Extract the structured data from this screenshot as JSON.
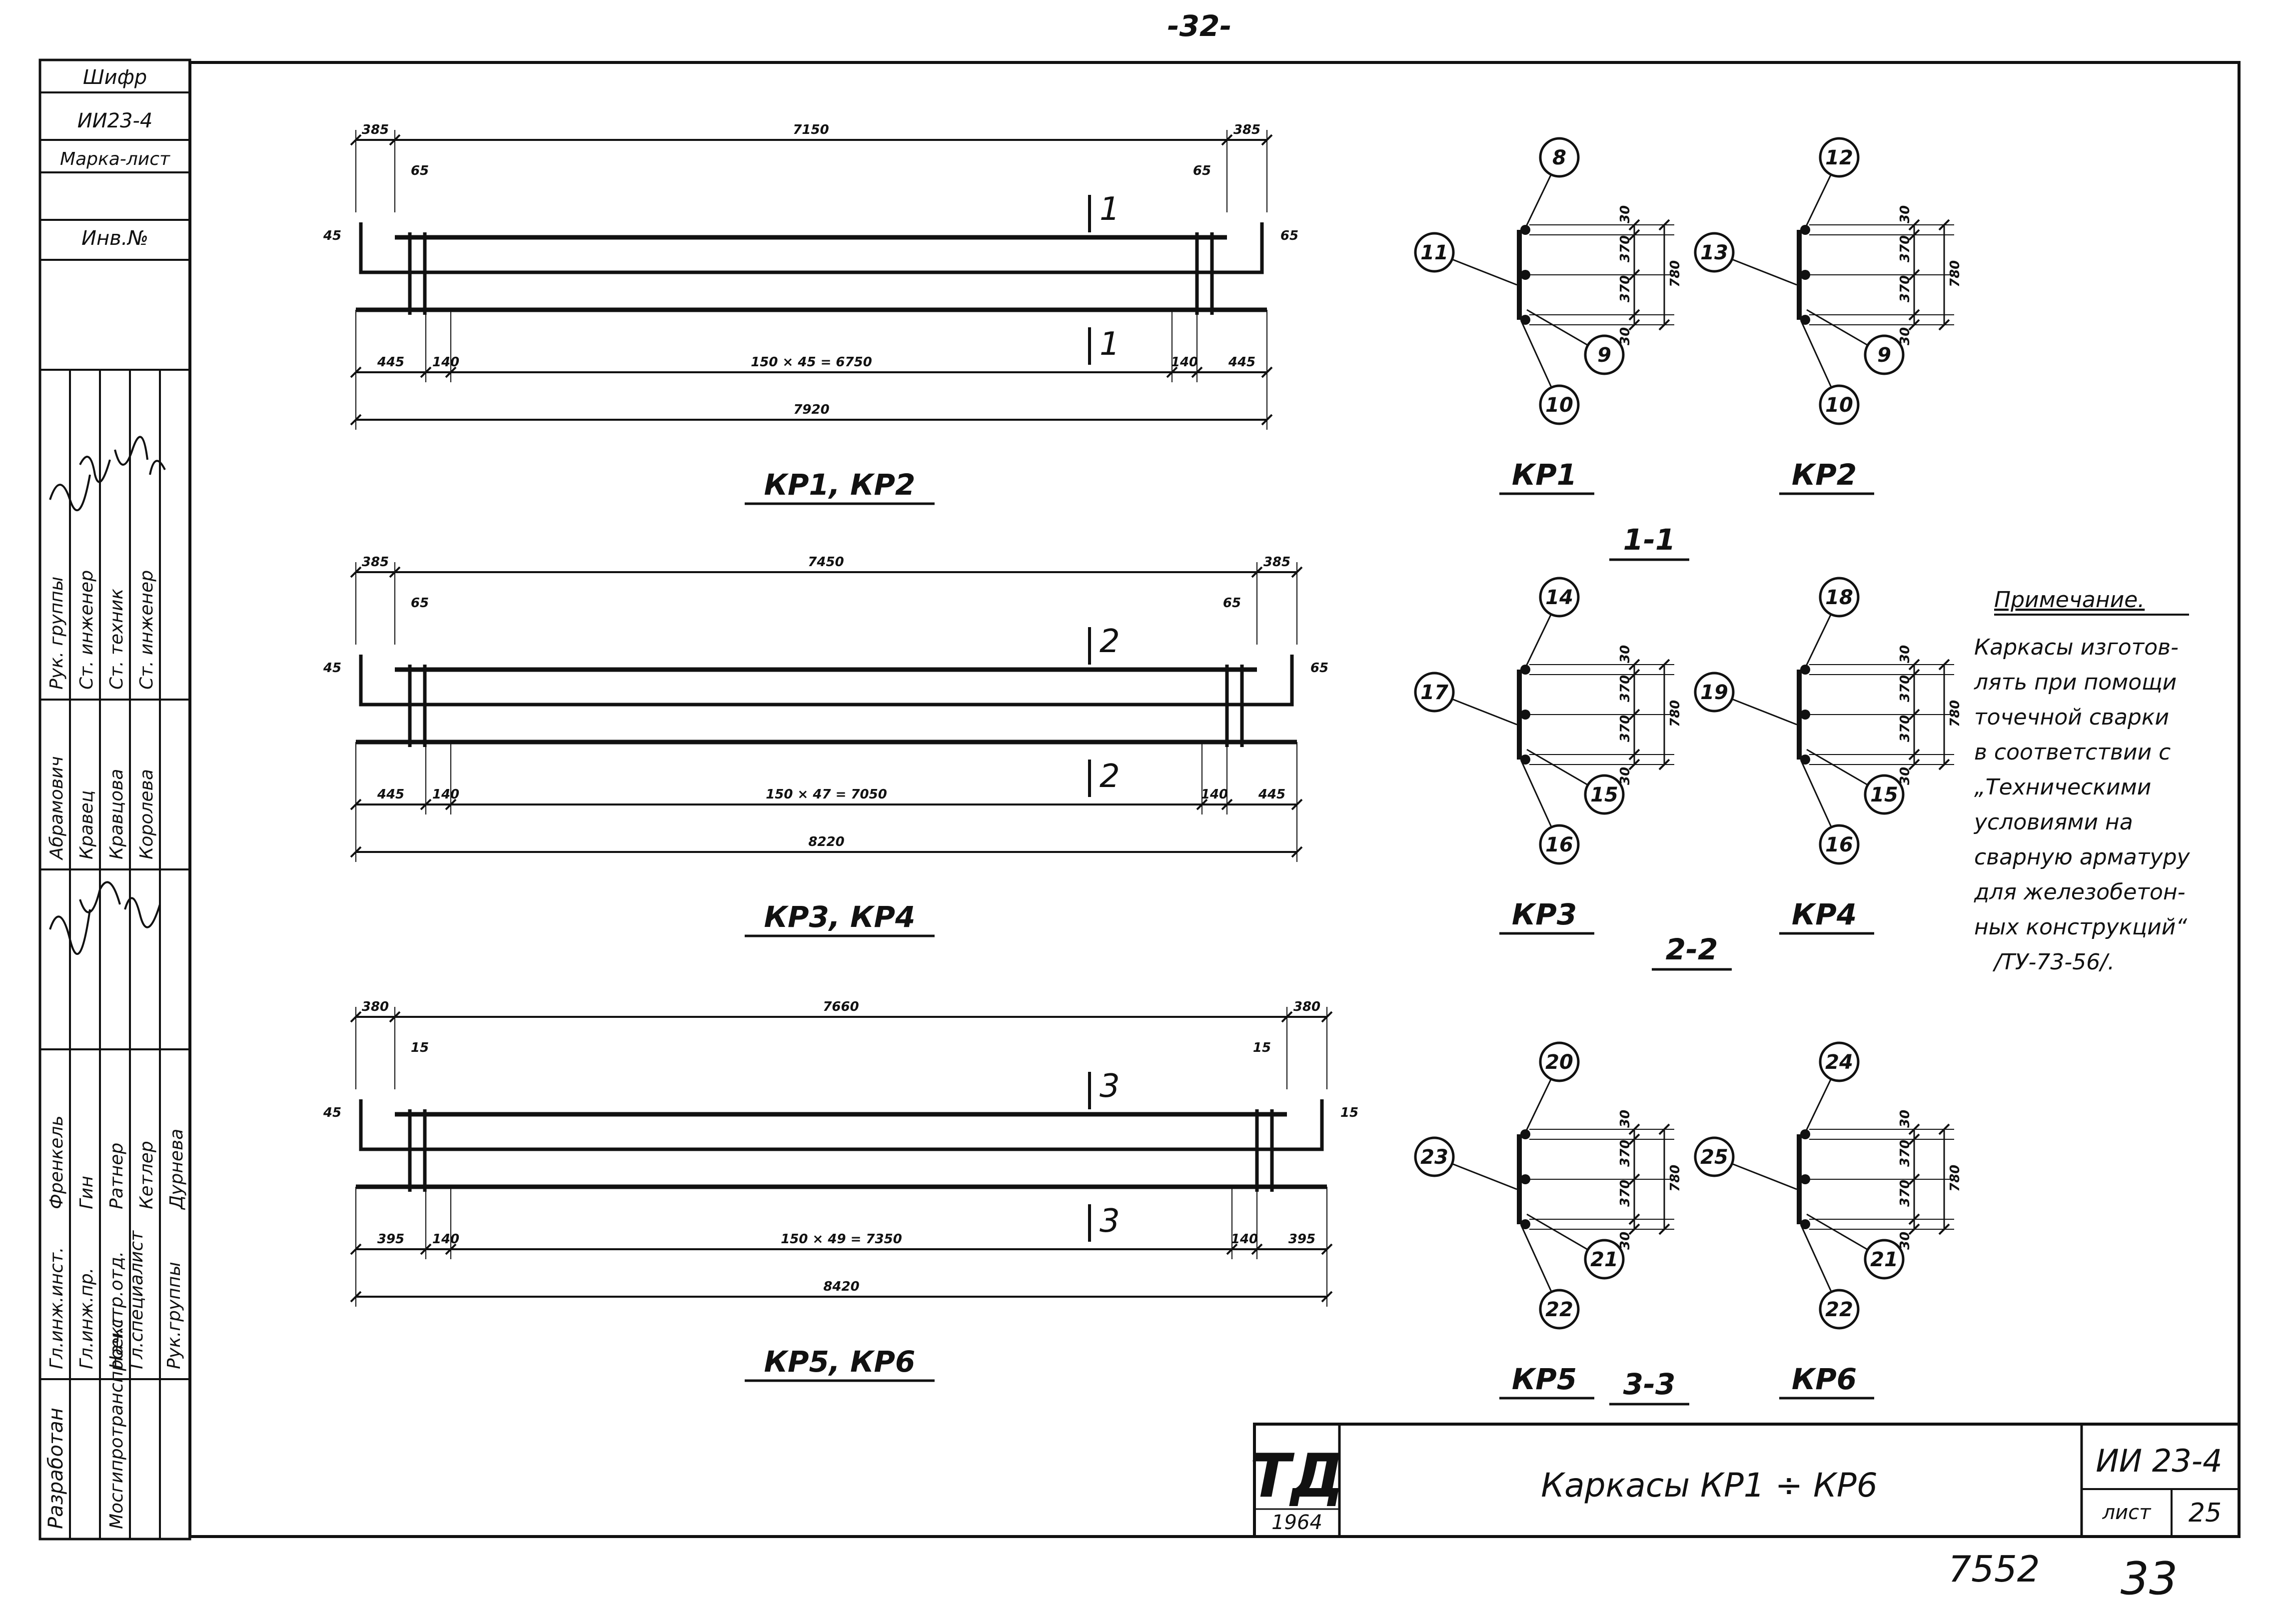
{
  "page_number": "-32-",
  "side_stamp": {
    "cipher_label": "Шифр",
    "cipher_value": "ИИ23-4",
    "sheet_mark_label": "Марка-лист",
    "inv_no_label": "Инв.№",
    "developer_label": "Разработан",
    "org_label": "Мосгипротранспроект",
    "people": [
      {
        "role": "Рук. группы",
        "name": "Абрамович"
      },
      {
        "role": "Ст. инженер",
        "name": "Кравец"
      },
      {
        "role": "Ст. инженер",
        "name": "Кравцова"
      },
      {
        "role": "Ст. техник",
        "name": "Королева"
      },
      {
        "role": "Гл.инж.инст.",
        "name": "Френкель"
      },
      {
        "role": "Гл.инж.пр.",
        "name": "Гин"
      },
      {
        "role": "Нач.стр.отд.",
        "name": "Ратнер"
      },
      {
        "role": "Гл.специалист",
        "name": "Кетлер"
      },
      {
        "role": "Рук.группы",
        "name": "Дурнева"
      }
    ]
  },
  "elevations": [
    {
      "caption": "КР1, КР2",
      "top_dims": [
        "385",
        "7150",
        "385"
      ],
      "small_dims": [
        "65",
        "65"
      ],
      "left_dim": "45",
      "right_dim": "65",
      "section_label": "1",
      "bottom_dims": [
        "445",
        "140",
        "150 × 45 = 6750",
        "140",
        "445"
      ],
      "total": "7920"
    },
    {
      "caption": "КР3, КР4",
      "top_dims": [
        "385",
        "7450",
        "385"
      ],
      "small_dims": [
        "65",
        "65"
      ],
      "left_dim": "45",
      "right_dim": "65",
      "section_label": "2",
      "bottom_dims": [
        "445",
        "140",
        "150 × 47 = 7050",
        "140",
        "445"
      ],
      "total": "8220"
    },
    {
      "caption": "КР5, КР6",
      "top_dims": [
        "380",
        "7660",
        "380"
      ],
      "small_dims": [
        "15",
        "15"
      ],
      "left_dim": "45",
      "right_dim": "15",
      "section_label": "3",
      "bottom_dims": [
        "395",
        "140",
        "150 × 49 = 7350",
        "140",
        "395"
      ],
      "total": "8420"
    }
  ],
  "sections": [
    {
      "title": "1-1",
      "items": [
        {
          "label": "КР1",
          "bubbles": [
            "8",
            "11",
            "9",
            "10"
          ],
          "dims": [
            "30",
            "370",
            "370",
            "30"
          ],
          "total": "780"
        },
        {
          "label": "КР2",
          "bubbles": [
            "12",
            "13",
            "9",
            "10"
          ],
          "dims": [
            "30",
            "370",
            "370",
            "30"
          ],
          "total": "780"
        }
      ]
    },
    {
      "title": "2-2",
      "items": [
        {
          "label": "КР3",
          "bubbles": [
            "14",
            "17",
            "15",
            "16"
          ],
          "dims": [
            "30",
            "370",
            "370",
            "30"
          ],
          "total": "780"
        },
        {
          "label": "КР4",
          "bubbles": [
            "18",
            "19",
            "15",
            "16"
          ],
          "dims": [
            "30",
            "370",
            "370",
            "30"
          ],
          "total": "780"
        }
      ]
    },
    {
      "title": "3-3",
      "items": [
        {
          "label": "КР5",
          "bubbles": [
            "20",
            "23",
            "21",
            "22"
          ],
          "dims": [
            "30",
            "370",
            "370",
            "30"
          ],
          "total": "780"
        },
        {
          "label": "КР6",
          "bubbles": [
            "24",
            "25",
            "21",
            "22"
          ],
          "dims": [
            "30",
            "370",
            "370",
            "30"
          ],
          "total": "780"
        }
      ]
    }
  ],
  "note": {
    "title": "Примечание.",
    "lines": [
      "Каркасы изготов-",
      "лять при помощи",
      "точечной сварки",
      "в соответствии с",
      "„Техническими",
      "условиями на",
      "сварную арматуру",
      "для железобетон-",
      "ных конструкций“",
      "/ТУ-73-56/."
    ]
  },
  "title_block": {
    "logo": "ТД",
    "year": "1964",
    "title": "Каркасы  КР1 ÷ КР6",
    "code": "ИИ 23-4",
    "sheet_label": "лист",
    "sheet_no": "25"
  },
  "bottom_numbers": {
    "left": "7552",
    "right": "33"
  }
}
